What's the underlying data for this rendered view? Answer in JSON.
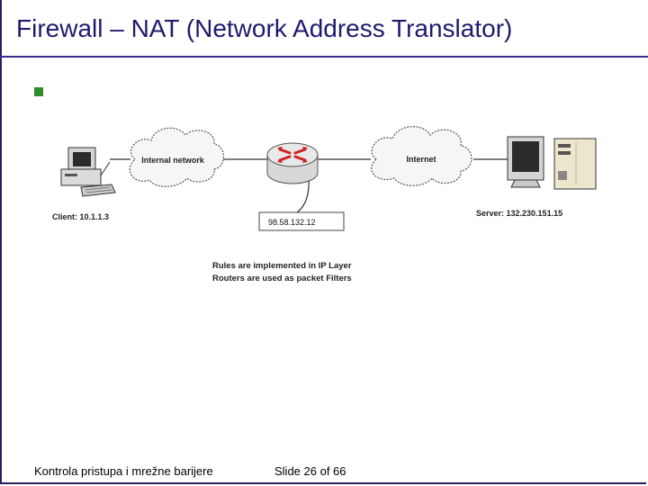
{
  "slide": {
    "title": "Firewall – NAT (Network Address Translator)",
    "footer_left": "Kontrola pristupa i mrežne barijere",
    "footer_slide": "Slide 26 of 66"
  },
  "diagram": {
    "internal_cloud_label": "Internal network",
    "internet_cloud_label": "Internet",
    "client_label": "Client: 10.1.1.3",
    "server_label": "Server: 132.230.151.15",
    "router_ip": "98.58.132.12",
    "rules_line1": "Rules are implemented in IP Layer",
    "rules_line2": "Routers are used as packet Filters"
  },
  "colors": {
    "title": "#1f1a6e",
    "bullet": "#2e8b2e",
    "router_arrows": "#cc2222"
  }
}
